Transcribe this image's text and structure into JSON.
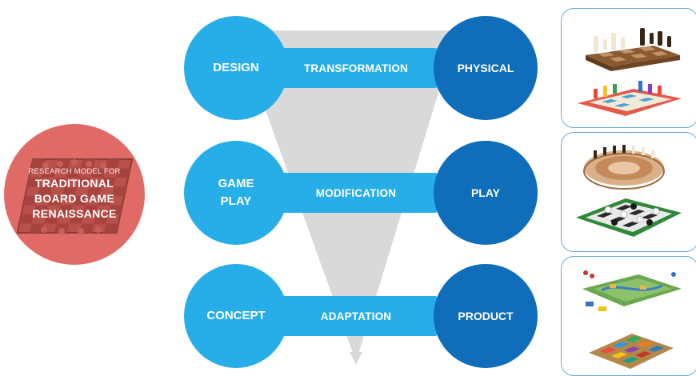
{
  "badge": {
    "subtitle": "RESEARCH MODEL FOR",
    "lines": [
      "TRADITIONAL",
      "BOARD GAME",
      "RENAISSANCE"
    ]
  },
  "rows": [
    {
      "left": "DESIGN",
      "arrow": "TRANSFORMATION",
      "right": "PHYSICAL"
    },
    {
      "left_line1": "GAME",
      "left_line2": "PLAY",
      "arrow": "MODIFICATION",
      "right": "PLAY"
    },
    {
      "left": "CONCEPT",
      "arrow": "ADAPTATION",
      "right": "PRODUCT"
    }
  ],
  "colors": {
    "light_blue": "#27aee8",
    "dark_blue": "#0f6db9",
    "funnel_gray": "#d9d9d9",
    "badge_red": "#e06b66",
    "panel_border": "#6aa9d8"
  },
  "panels": [
    {
      "images": [
        "wooden-chess-set-icon",
        "colorful-chess-set-icon"
      ]
    },
    {
      "images": [
        "circular-chess-board-icon",
        "checkers-board-icon"
      ]
    },
    {
      "images": [
        "board-game-map-icon",
        "mosaic-board-game-icon"
      ]
    }
  ]
}
